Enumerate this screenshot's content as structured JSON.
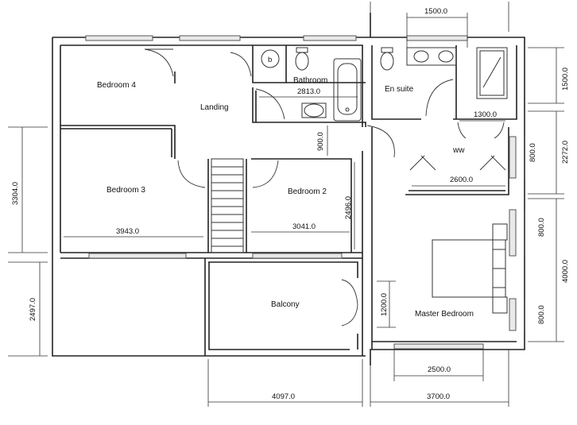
{
  "rooms": {
    "bedroom4": "Bedroom  4",
    "landing": "Landing",
    "bathroom": "Bathroom",
    "ensuite": "En suite",
    "bedroom3": "Bedroom  3",
    "bedroom2": "Bedroom  2",
    "ww": "ww",
    "balcony": "Balcony",
    "master": "Master Bedroom"
  },
  "dimensions": {
    "top_1500": "1500.0",
    "bath_2813": "2813.0",
    "ensuite_1500": "1500.0",
    "ww_1300": "1300.0",
    "landing_900": "900.0",
    "ww_800": "800.0",
    "right_2272": "2272.0",
    "ww_2600": "2600.0",
    "left_3304": "3304.0",
    "bed2_2496": "2496.0",
    "bed3_3943": "3943.0",
    "bed2_3041": "3041.0",
    "master_800_top": "800.0",
    "right_4000": "4000.0",
    "left_2497": "2497.0",
    "master_1200": "1200.0",
    "master_800_bottom": "800.0",
    "master_2500": "2500.0",
    "bottom_4097": "4097.0",
    "bottom_3700": "3700.0"
  },
  "fixtures": {
    "basin_mark": "b"
  }
}
